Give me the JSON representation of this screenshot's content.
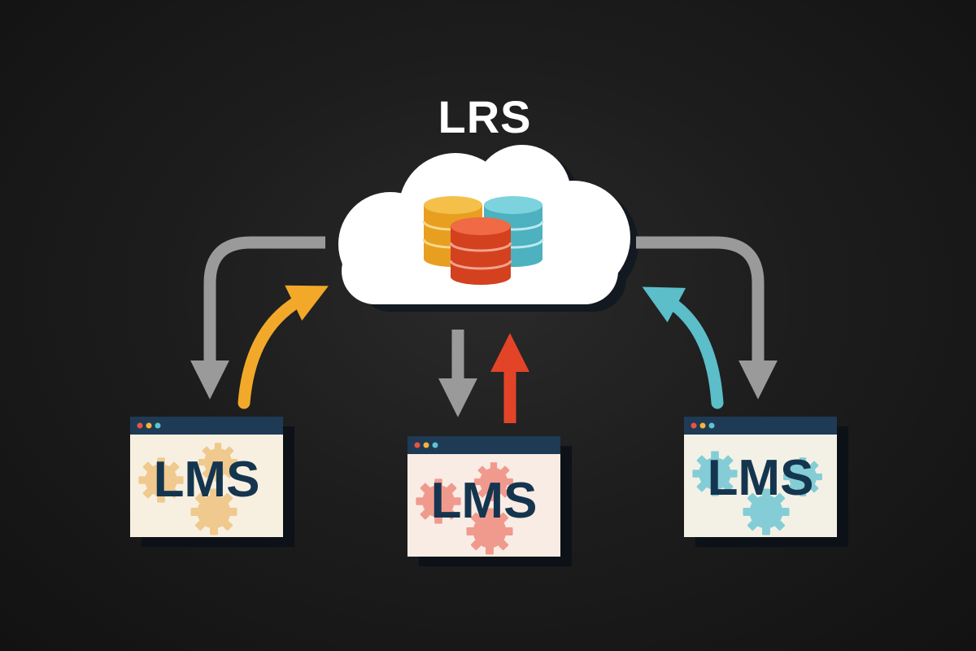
{
  "cloud": {
    "title": "LRS",
    "icon": "database-stack-icon",
    "db_colors": [
      "#f2b02c",
      "#5fc2cf",
      "#e04e2c"
    ]
  },
  "nodes": [
    {
      "id": "left",
      "label": "LMS",
      "gear_color": "#f0c98e",
      "panel_color": "#f7f0e1"
    },
    {
      "id": "center",
      "label": "LMS",
      "gear_color": "#f09a8e",
      "panel_color": "#f9ece4"
    },
    {
      "id": "right",
      "label": "LMS",
      "gear_color": "#84cdd6",
      "panel_color": "#f3f1e6"
    }
  ],
  "colors": {
    "window_bar": "#1e3a55",
    "dot_red": "#e9543e",
    "dot_yellow": "#f3b43a",
    "dot_teal": "#5cc5d0",
    "arrow_down": "#9a9a9a",
    "arrow_up_left": "#f2a92a",
    "arrow_up_center": "#e34428",
    "arrow_up_right": "#5bbec9"
  }
}
